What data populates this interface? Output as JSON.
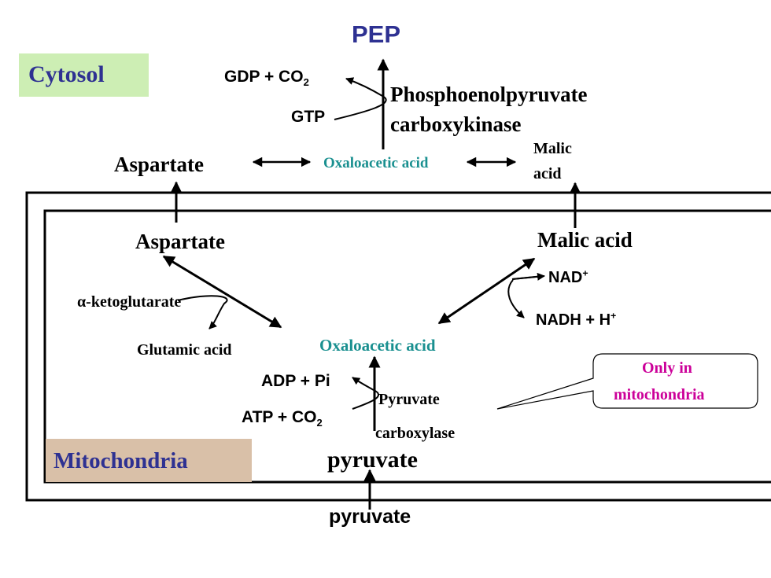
{
  "colors": {
    "pep": "#2e3192",
    "oxaloacetate": "#1a9090",
    "callout_text": "#cc0099",
    "cytosol_box": "#cdeeb4",
    "mito_box": "#d9c0a8",
    "stroke": "#000000"
  },
  "cytosol": {
    "label": "Cytosol",
    "pep": "PEP",
    "gdp_co2": "GDP + CO",
    "gdp_co2_sub": "2",
    "gtp": "GTP",
    "enzyme_line1": "Phosphoenolpyruvate",
    "enzyme_line2": "carboxykinase",
    "aspartate": "Aspartate",
    "oxaloacetate": "Oxaloacetic acid",
    "malic_line1": "Malic",
    "malic_line2": "acid"
  },
  "mitochondria": {
    "label": "Mitochondria",
    "aspartate": "Aspartate",
    "malic": "Malic acid",
    "nad": "NAD",
    "nad_sup": "+",
    "nadh": "NADH + H",
    "nadh_sup": "+",
    "ketoglutarate": "α-ketoglutarate",
    "glutamic": "Glutamic acid",
    "oxaloacetate": "Oxaloacetic acid",
    "adp_pi": "ADP + Pi",
    "atp_co2": "ATP + CO",
    "atp_co2_sub": "2",
    "enzyme_line1": "Pyruvate",
    "enzyme_line2": "carboxylase",
    "pyruvate": "pyruvate"
  },
  "outside": {
    "pyruvate": "pyruvate"
  },
  "callout": {
    "line1": "Only in",
    "line2": "mitochondria"
  }
}
